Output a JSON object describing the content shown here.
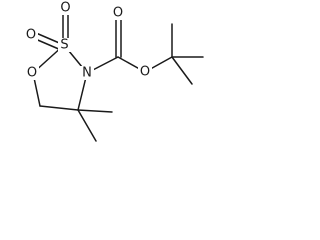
{
  "molecule": {
    "atoms": {
      "o_top_left": "O",
      "o_top_mid": "O",
      "s": "S",
      "n": "N",
      "o_ring": "O",
      "o_carbonyl": "O",
      "o_ester": "O"
    },
    "colors": {
      "ink": "#1a1a1a",
      "background": "#ffffff"
    }
  }
}
